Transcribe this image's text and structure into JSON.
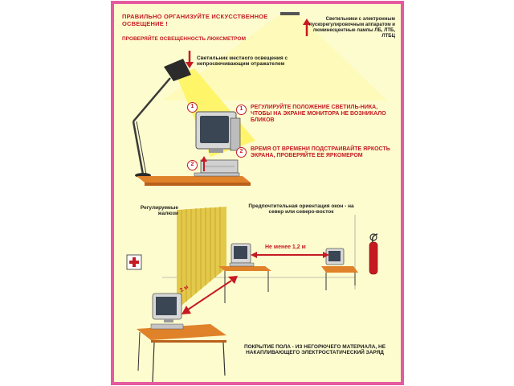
{
  "poster": {
    "title": "ПРАВИЛЬНО ОРГАНИЗУЙТЕ ИСКУССТВЕННОЕ ОСВЕЩЕНИЕ !",
    "subtitle": "ПРОВЕРЯЙТЕ ОСВЕЩЕННОСТЬ ЛЮКСМЕТРОМ",
    "lamp_caption": "Светильник местного освещения с непросвечивающим отражателем",
    "ceiling_caption": "Светильники с электронным пускорегулировочным аппаратом и люминесцентные лампы ЛБ, ЛТБ, ЛТБЦ",
    "tips": [
      {
        "number": "1",
        "text": "РЕГУЛИРУЙТЕ ПОЛОЖЕНИЕ СВЕТИЛЬ-НИКА, ЧТОБЫ НА ЭКРАНЕ МОНИТОРА НЕ ВОЗНИКАЛО БЛИКОВ"
      },
      {
        "number": "2",
        "text": "ВРЕМЯ ОТ ВРЕМЕНИ ПОДСТРАИВАЙТЕ ЯРКОСТЬ ЭКРАНА, ПРОВЕРЯЙТЕ ЕЕ ЯРКОМЕРОМ"
      }
    ],
    "blinds_caption": "Регулируемые жалюзи",
    "orientation_caption": "Предпочтительная ориентация окон - на север или северо-восток",
    "distance_label": "Не менее 1,2 м",
    "distance2_label": "2 м",
    "floor_caption": "ПОКРЫТИЕ ПОЛА - ИЗ НЕГОРЮЧЕГО МАТЕРИАЛА, НЕ НАКАПЛИВАЮЩЕГО ЭЛЕКТРОСТАТИЧЕСКИЙ ЗАРЯД"
  },
  "colors": {
    "frame": "#e65aa0",
    "background": "#fdfccf",
    "accent_red": "#c61a22",
    "desk": "#e0822a",
    "blinds": "#e3c94a",
    "light_cone": "#fff35a"
  },
  "icons": [
    "desk-lamp-icon",
    "ceiling-light-icon",
    "monitor-icon",
    "first-aid-sign-icon",
    "fire-extinguisher-icon"
  ]
}
